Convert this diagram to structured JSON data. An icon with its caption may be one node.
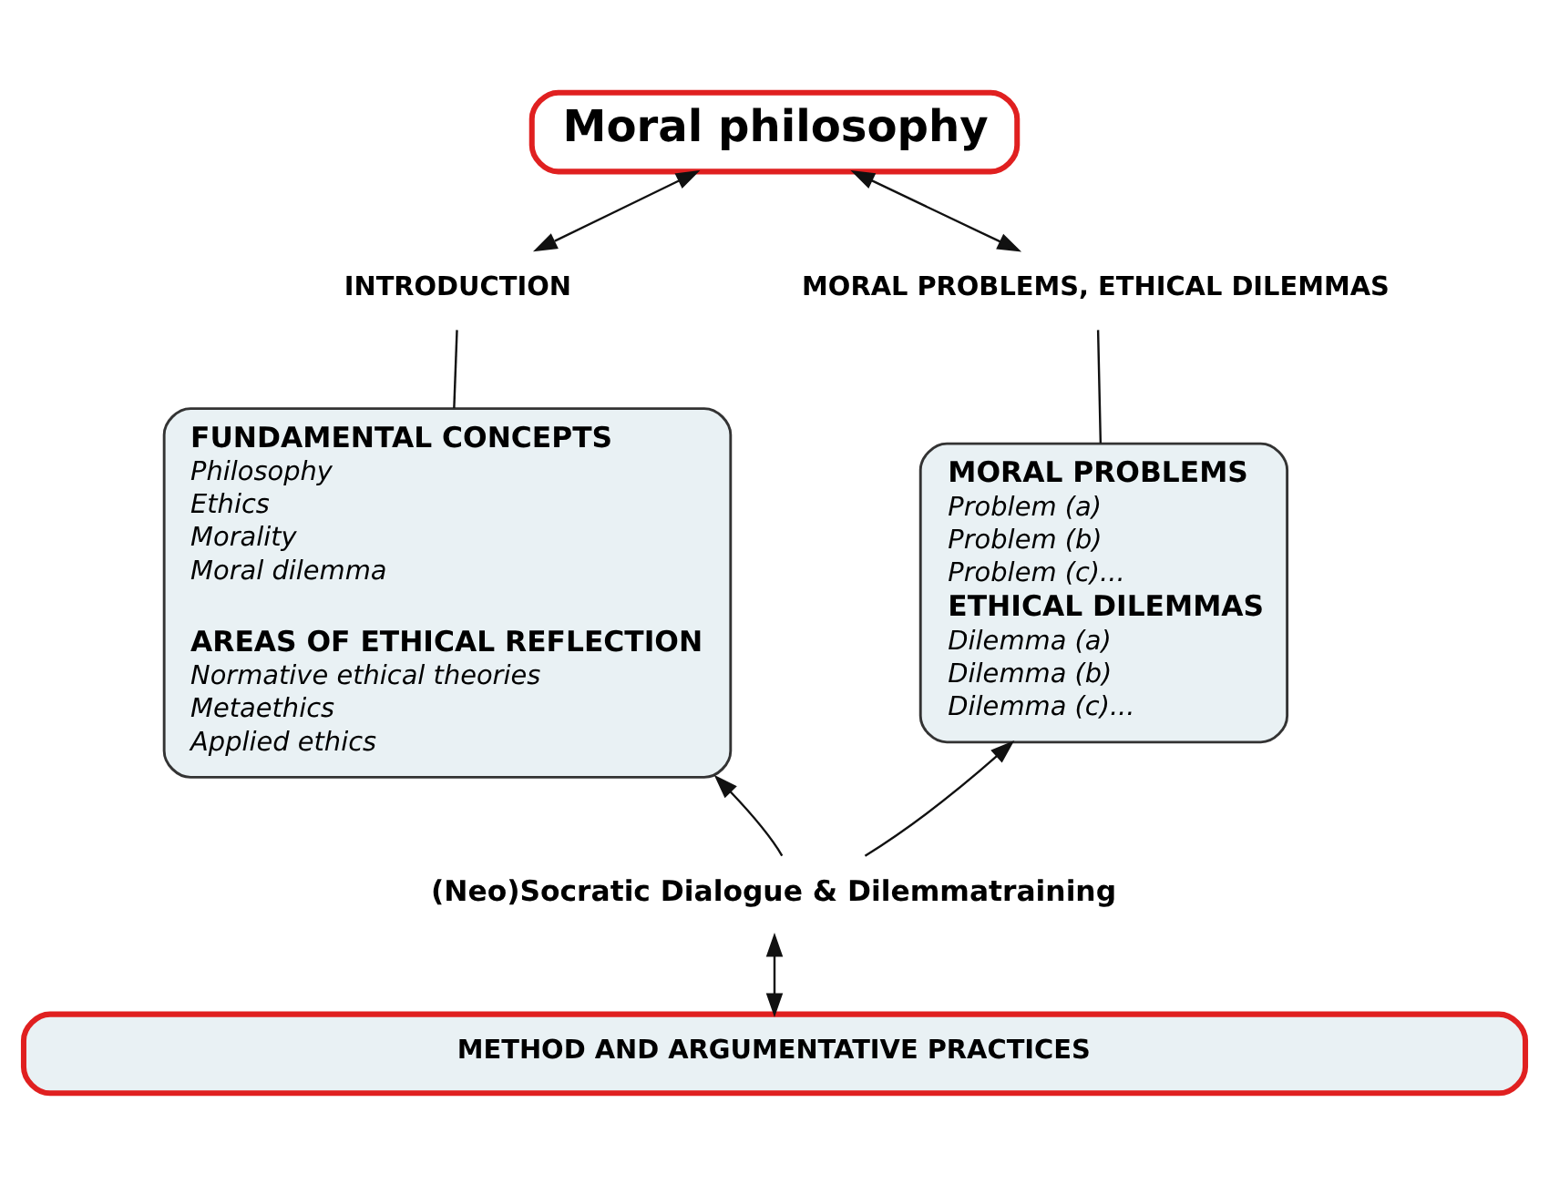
{
  "diagram": {
    "nodes": [
      {
        "text": [
          "Moral philosophy"
        ]
      },
      {
        "text": [
          "INTRODUCTION"
        ]
      },
      {
        "text": [
          "MORAL PROBLEMS, ETHICAL DILEMMAS"
        ]
      },
      {
        "text": [
          "FUNDAMENTAL CONCEPTS",
          "Philosophy",
          "Ethics",
          "Morality",
          "Moral dilemma",
          "AREAS OF ETHICAL REFLECTION",
          "Normative ethical theories",
          "Metaethics",
          "Applied ethics"
        ]
      },
      {
        "text": [
          "MORAL PROBLEMS",
          "Problem (a)",
          "Problem (b)",
          "Problem (c)...",
          "ETHICAL DILEMMAS",
          "Dilemma (a)",
          "Dilemma (b)",
          "Dilemma (c)..."
        ]
      },
      {
        "text": [
          "(Neo)Socratic Dialogue & Dilemmatraining"
        ]
      },
      {
        "text": [
          "METHOD AND ARGUMENTATIVE PRACTICES"
        ]
      }
    ],
    "edges": [
      {
        "from": 0,
        "to": 1,
        "arrow": "both"
      },
      {
        "from": 0,
        "to": 2,
        "arrow": "both"
      },
      {
        "from": 1,
        "to": 3,
        "arrow": "none"
      },
      {
        "from": 2,
        "to": 4,
        "arrow": "none"
      },
      {
        "from": 5,
        "to": 3,
        "arrow": "to"
      },
      {
        "from": 5,
        "to": 4,
        "arrow": "to"
      },
      {
        "from": 5,
        "to": 6,
        "arrow": "both"
      }
    ]
  }
}
